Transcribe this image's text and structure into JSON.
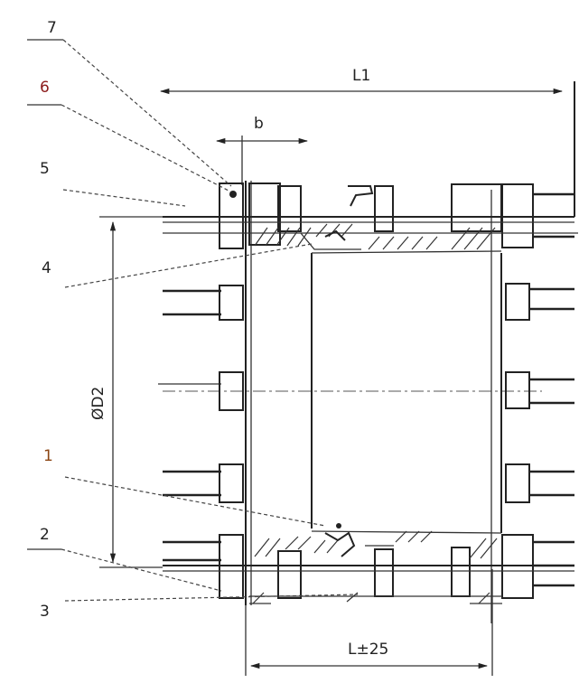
{
  "labels": {
    "l7": "7",
    "l6": "6",
    "l5": "5",
    "l4": "4",
    "l1": "1",
    "l2": "2",
    "l3": "3"
  },
  "dimensions": {
    "L1": "L1",
    "b": "b",
    "D2": "ØD2",
    "L": "L±25"
  },
  "colors": {
    "line": "#222222",
    "label_6": "#8b1a1a",
    "label_1": "#8b4513",
    "background": "#ffffff"
  }
}
